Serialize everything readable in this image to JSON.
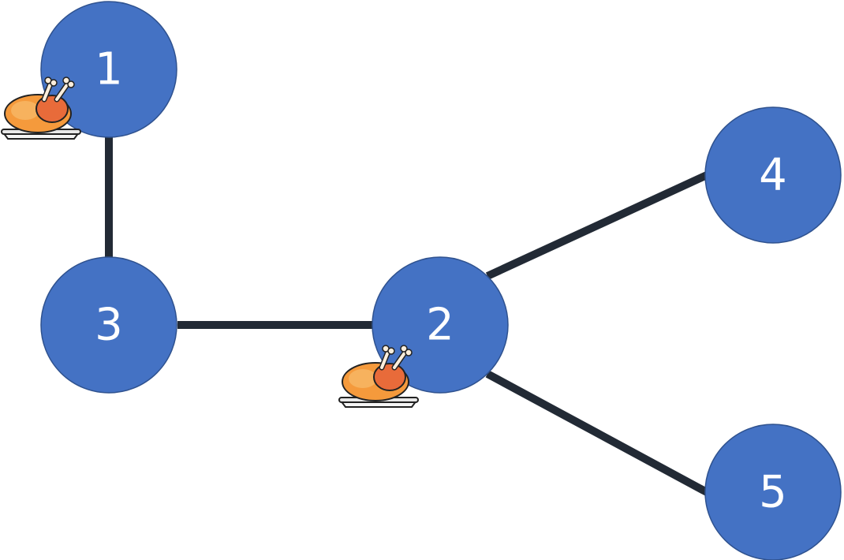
{
  "colors": {
    "node_fill": "#4472C4",
    "node_stroke": "#2F528F",
    "edge": "#222A35",
    "label": "#ffffff"
  },
  "nodes": [
    {
      "id": "n1",
      "label": "1"
    },
    {
      "id": "n2",
      "label": "2"
    },
    {
      "id": "n3",
      "label": "3"
    },
    {
      "id": "n4",
      "label": "4"
    },
    {
      "id": "n5",
      "label": "5"
    }
  ],
  "edges": [
    {
      "from": "1",
      "to": "3"
    },
    {
      "from": "3",
      "to": "2"
    },
    {
      "from": "2",
      "to": "4"
    },
    {
      "from": "2",
      "to": "5"
    }
  ],
  "markers": [
    {
      "node": "1",
      "icon": "roast-chicken-icon"
    },
    {
      "node": "2",
      "icon": "roast-chicken-icon"
    }
  ]
}
